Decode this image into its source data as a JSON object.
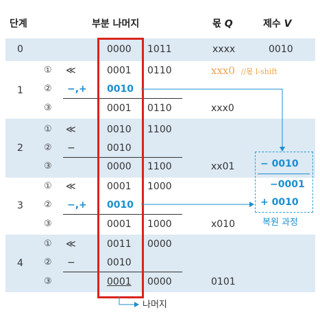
{
  "headers": {
    "step": "단계",
    "partial": "부분 나머지",
    "quotient": "몫",
    "quotient_var": "Q",
    "divisor": "제수",
    "divisor_var": "V"
  },
  "row0": {
    "step": "0",
    "rem_hi": "0000",
    "rem_lo": "1011",
    "q": "xxxx",
    "v": "0010"
  },
  "step1": {
    "label": "1",
    "lines": [
      {
        "num": "①",
        "op": "≪",
        "hi": "0001",
        "lo": "0110",
        "q": ""
      },
      {
        "num": "②",
        "op": "−,+",
        "hi": "0010",
        "lo": "",
        "q": ""
      },
      {
        "num": "③",
        "op": "",
        "hi": "0001",
        "lo": "0110",
        "q": "xxx0"
      }
    ],
    "note_q": "xxx0",
    "note_comment": "//몫 l-shift"
  },
  "step2": {
    "label": "2",
    "lines": [
      {
        "num": "①",
        "op": "≪",
        "hi": "0010",
        "lo": "1100",
        "q": ""
      },
      {
        "num": "②",
        "op": "−",
        "hi": "0010",
        "lo": "",
        "q": ""
      },
      {
        "num": "③",
        "op": "",
        "hi": "0000",
        "lo": "1100",
        "q": "xx01"
      }
    ]
  },
  "step3": {
    "label": "3",
    "lines": [
      {
        "num": "①",
        "op": "≪",
        "hi": "0001",
        "lo": "1000",
        "q": ""
      },
      {
        "num": "②",
        "op": "−,+",
        "hi": "0010",
        "lo": "",
        "q": ""
      },
      {
        "num": "③",
        "op": "",
        "hi": "0001",
        "lo": "1000",
        "q": "x010"
      }
    ]
  },
  "step4": {
    "label": "4",
    "lines": [
      {
        "num": "①",
        "op": "≪",
        "hi": "0011",
        "lo": "0000",
        "q": ""
      },
      {
        "num": "②",
        "op": "−",
        "hi": "0010",
        "lo": "",
        "q": ""
      },
      {
        "num": "③",
        "op": "",
        "hi": "0001",
        "lo": "0000",
        "q": "0101"
      }
    ]
  },
  "restore_box": {
    "line1": "−  0010",
    "line2": "−0001",
    "line3": "+  0010",
    "caption": "복원 과정"
  },
  "remainder_label": "나머지",
  "colors": {
    "band": "#dde9f3",
    "highlight": "#1a8fcf",
    "frame": "#d9231d",
    "note": "#f0a24a"
  }
}
